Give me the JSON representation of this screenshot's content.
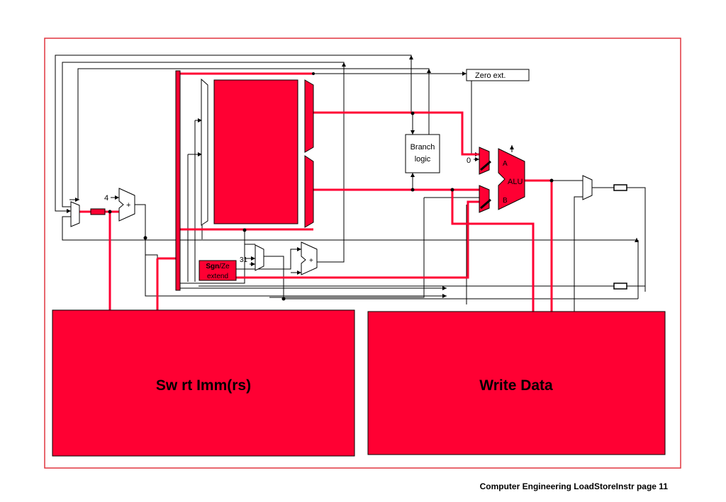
{
  "slide": {
    "footer": "Computer Engineering LoadStoreInstr page 11"
  },
  "diagram": {
    "zero_ext_label": "Zero ext.",
    "branch_logic_line1": "Branch",
    "branch_logic_line2": "logic",
    "const_four": "4",
    "const_zero": "0",
    "const_31": "31",
    "adder_plus": "+",
    "alu_label": "ALU",
    "alu_input_a": "A",
    "alu_input_b": "B",
    "sign_ext_bold": "Sgn",
    "sign_ext_rest": "/Ze",
    "sign_ext_line2": "extend",
    "colors": {
      "highlight": "#ff0033",
      "wire": "#000000",
      "frame": "#e0353f"
    }
  },
  "panels": {
    "left_caption": "Sw rt Imm(rs)",
    "right_caption": "Write Data"
  }
}
